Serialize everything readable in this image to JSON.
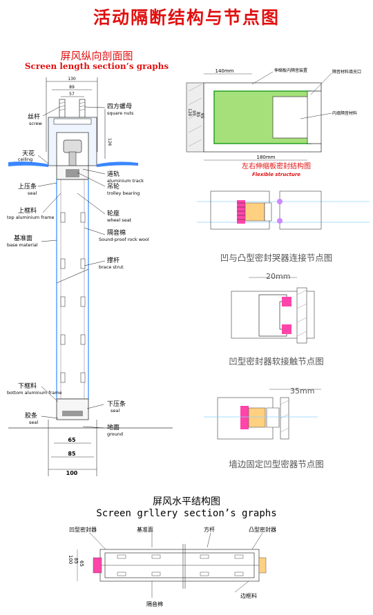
{
  "title": "活动隔断结构与节点图",
  "left_diagram": {
    "title_cn": "屏风纵向剖面图",
    "title_en": "Screen length section’s graphs",
    "dims_top": [
      "130",
      "89",
      "57"
    ],
    "dim_side": "126",
    "dims_bottom": [
      "65",
      "85",
      "100"
    ],
    "labels": {
      "screw_cn": "丝杆",
      "screw_en": "screw",
      "square_nuts_cn": "四方螺母",
      "square_nuts_en": "square nuts",
      "ceiling_cn": "天花",
      "ceiling_en": "ceiling",
      "track_cn": "道轨",
      "track_en": "aluminium track",
      "trolley_cn": "吊轮",
      "trolley_en": "trolley bearing",
      "seal_top_cn": "上压条",
      "seal_top_en": "seal",
      "top_frame_cn": "上框料",
      "top_frame_en": "top aluminium frame",
      "wheel_seat_cn": "轮座",
      "wheel_seat_en": "wheel seat",
      "base_cn": "基准面",
      "base_en": "base material",
      "rockwool_cn": "隔音棉",
      "rockwool_en": "Sound-proof rock wool",
      "strut_cn": "撑杆",
      "strut_en": "brace strut",
      "bottom_frame_cn": "下框料",
      "bottom_frame_en": "bottom aluminum frame",
      "seal_bottom_cn": "下压条",
      "seal_bottom_en": "seal",
      "glue_cn": "胶条",
      "glue_en": "seal",
      "ground_cn": "地面",
      "ground_en": "ground"
    }
  },
  "flexible": {
    "dim_top": "140mm",
    "dim_bottom": "180mm",
    "dims_side": [
      "120",
      "95",
      "85",
      "65"
    ],
    "label_1": "伸缩板内隔音装置",
    "label_2": "隔音材料填充口",
    "label_3": "内填隔音材料",
    "caption_cn": "左右伸缩板密封结构图",
    "caption_en": "Flexible structure"
  },
  "node_captions": {
    "concave_convex": "凹与凸型密封哭器连接节点图",
    "soft_contact": "凹型密封器软接触节点图",
    "wall_fixed": "墙边固定凹型密器节点图"
  },
  "node_dims": {
    "soft_contact": "20mm",
    "wall_fixed": "35mm"
  },
  "bottom_diagram": {
    "title_cn": "屏风水平结构图",
    "title_en": "Screen grllery section’s graphs",
    "labels": {
      "concave_seal": "凹型密封器",
      "base": "基准面",
      "strut": "方杆",
      "convex_seal": "凸型密封器",
      "rockwool": "隔音棉",
      "side_frame": "边框料"
    },
    "dims": [
      "100",
      "85",
      "65"
    ]
  }
}
